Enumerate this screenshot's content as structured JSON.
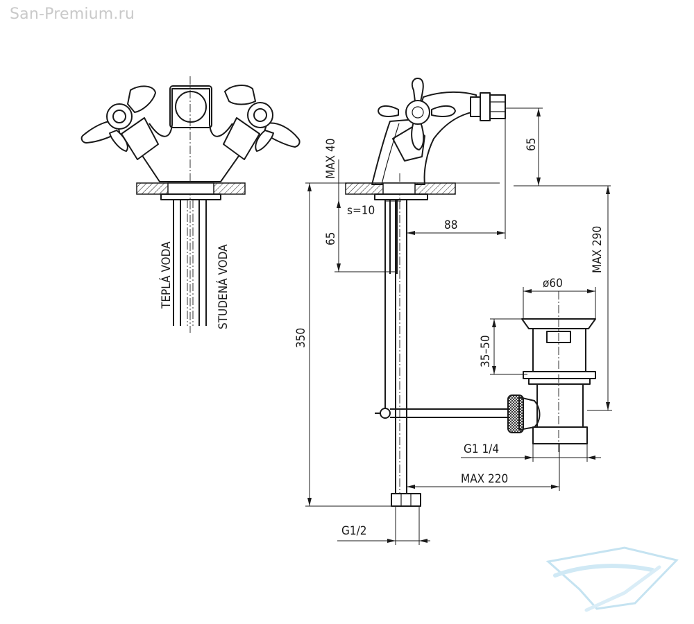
{
  "watermark": "San-Premium.ru",
  "labels": {
    "warm_water": "TEPLÁ VODA",
    "cold_water": "STUDENÁ VODA",
    "max_40": "MAX 40",
    "s_10": "s=10",
    "d65_left": "65",
    "d88": "88",
    "d65_right": "65",
    "max_290": "MAX 290",
    "d350": "350",
    "dia60": "ø60",
    "d35_50": "35–50",
    "g1_1_4": "G1  1/4",
    "max_220": "MAX  220",
    "g1_2": "G1/2"
  },
  "colors": {
    "line": "#1a1a1a",
    "watermark": "#c9c9c9",
    "logo": "#bfe0f0"
  },
  "icons": {
    "logo": "bathtub-wave-logo"
  }
}
